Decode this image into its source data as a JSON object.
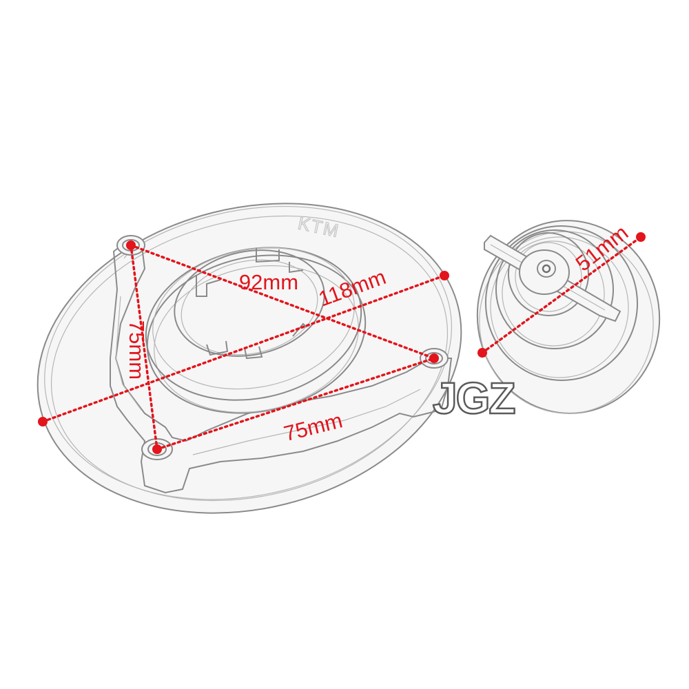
{
  "colors": {
    "dimension": "#e3141b",
    "line_art": "#8a8a8a",
    "background": "#ffffff"
  },
  "flange": {
    "engraving": "KTM"
  },
  "logo": {
    "text": "JGZ"
  },
  "dimensions": [
    {
      "id": "diag",
      "value": "92mm"
    },
    {
      "id": "outer-diameter",
      "value": "118mm"
    },
    {
      "id": "left",
      "value": "75mm"
    },
    {
      "id": "bottom",
      "value": "75mm"
    },
    {
      "id": "cap-diameter",
      "value": "51mm"
    }
  ]
}
